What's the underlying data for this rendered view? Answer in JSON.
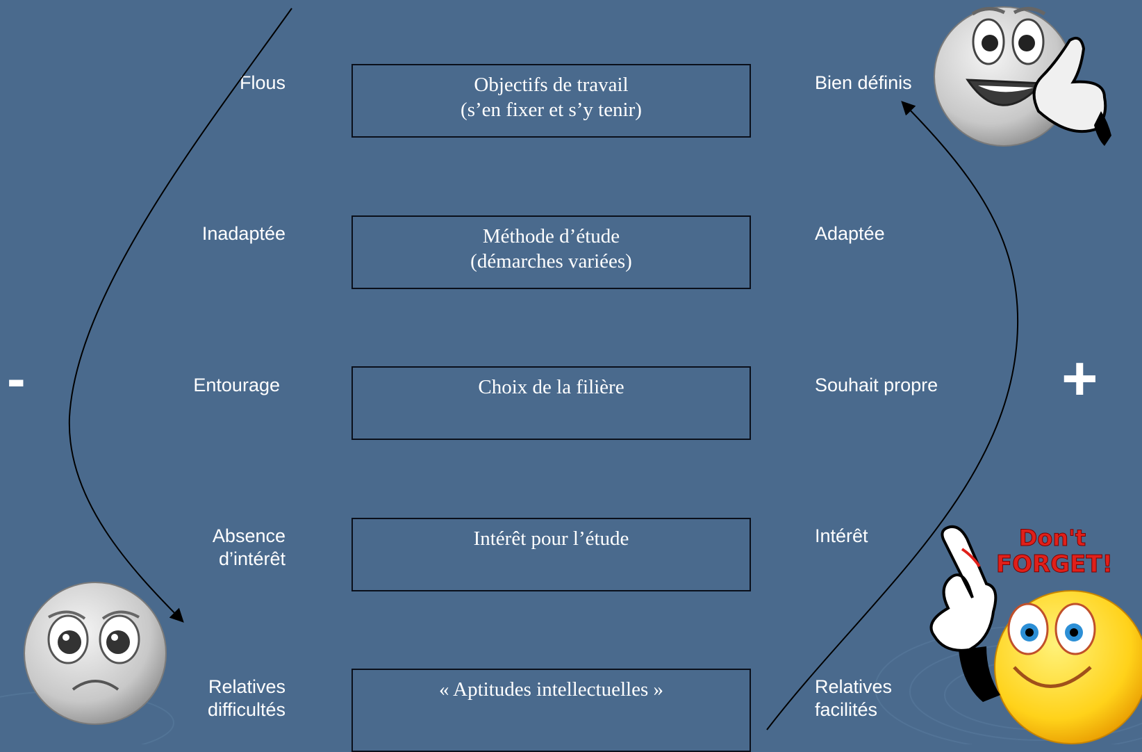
{
  "side_signs": {
    "minus": "-",
    "plus": "+"
  },
  "rows": [
    {
      "center_line1": "Objectifs de travail",
      "center_line2": "(s’en fixer et s’y tenir)",
      "left": "Flous",
      "right": "Bien définis"
    },
    {
      "center_line1": "Méthode d’étude",
      "center_line2": "(démarches variées)",
      "left": "Inadaptée",
      "right": "Adaptée"
    },
    {
      "center_line1": "Choix de la filière",
      "center_line2": "",
      "left": "Entourage",
      "right": "Souhait propre"
    },
    {
      "center_line1": "Intérêt pour l’étude",
      "center_line2": "",
      "left_line1": "Absence",
      "left_line2": "d’intérêt",
      "right": "Intérêt"
    },
    {
      "center_line1": "« Aptitudes intellectuelles »",
      "center_line2": "",
      "left_line1": "Relatives",
      "left_line2": "difficultés",
      "right_line1": "Relatives",
      "right_line2": "facilités"
    }
  ],
  "sticker": {
    "line1": "Don't",
    "line2": "FORGET!"
  },
  "colors": {
    "background": "#4a6a8d",
    "box_border": "#0a0f1a",
    "text": "#ffffff",
    "sticker_red": "#e0201a",
    "smiley_yellow": "#ffd21a",
    "smiley_grey": "#c8c8c8"
  }
}
